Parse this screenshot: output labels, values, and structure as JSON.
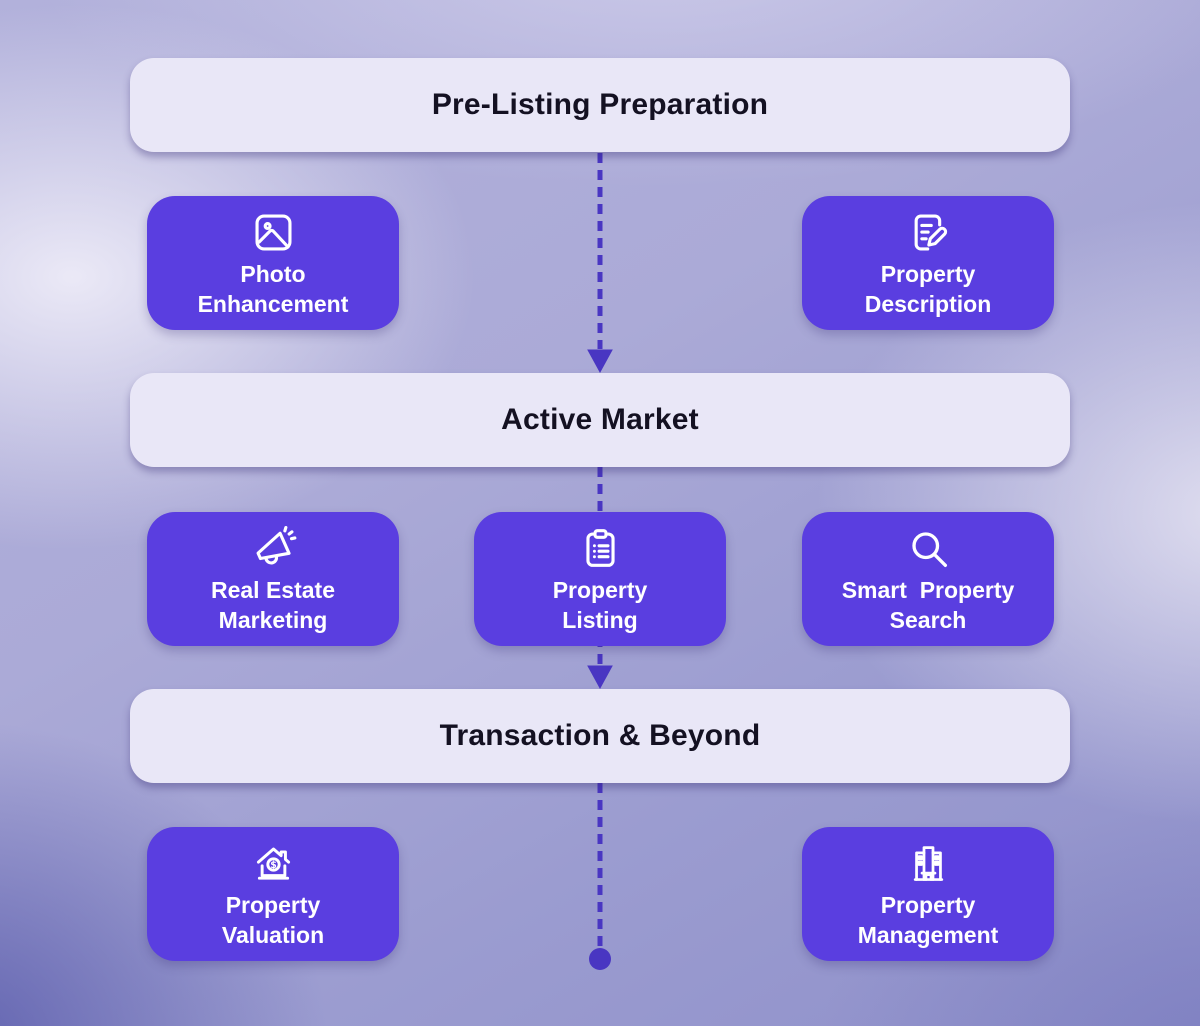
{
  "diagram": {
    "bands": [
      {
        "id": "pre-listing-preparation",
        "label": "Pre-Listing Preparation"
      },
      {
        "id": "active-market",
        "label": "Active Market"
      },
      {
        "id": "transaction-beyond",
        "label": "Transaction & Beyond"
      }
    ],
    "cards": [
      {
        "id": "photo-enhancement",
        "icon": "photo-icon",
        "label": "Photo\nEnhancement"
      },
      {
        "id": "property-description",
        "icon": "document-pen-icon",
        "label": "Property\nDescription"
      },
      {
        "id": "real-estate-marketing",
        "icon": "megaphone-icon",
        "label": "Real Estate\nMarketing"
      },
      {
        "id": "property-listing",
        "icon": "clipboard-list-icon",
        "label": "Property\nListing"
      },
      {
        "id": "smart-property-search",
        "icon": "search-icon",
        "label": "Smart  Property\nSearch"
      },
      {
        "id": "property-valuation",
        "icon": "house-dollar-icon",
        "label": "Property\nValuation"
      },
      {
        "id": "property-management",
        "icon": "building-icon",
        "label": "Property\nManagement"
      }
    ],
    "connector": {
      "style": "dashed",
      "direction": "down",
      "arrow_count": 2,
      "end_marker": "dot"
    },
    "colors": {
      "card_bg": "#5A3EE0",
      "card_text": "#FFFFFF",
      "band_bg": "#E9E7F7",
      "band_text": "#141122",
      "connector": "#4936C2"
    }
  }
}
